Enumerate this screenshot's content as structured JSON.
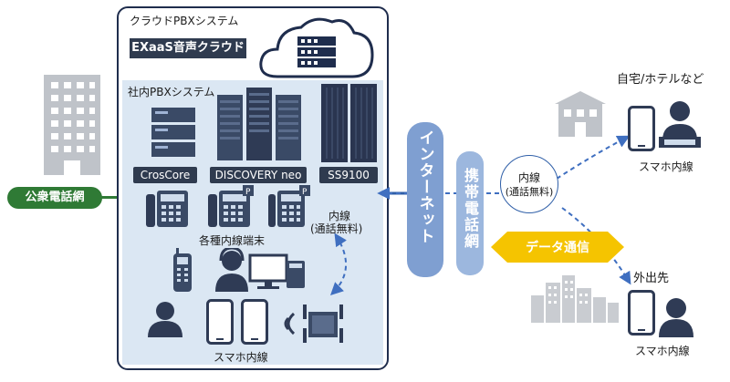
{
  "cloud_system": {
    "title": "クラウドPBXシステム",
    "service_label": "EXaaS音声クラウド"
  },
  "onprem_system": {
    "title": "社内PBXシステム",
    "products": [
      "CrosCore",
      "DISCOVERY neo",
      "SS9100"
    ]
  },
  "public_network": {
    "label": "公衆電話網"
  },
  "terminals": {
    "extension_terminals": "各種内線端末",
    "smartphone_extension": "スマホ内線"
  },
  "internal_call": {
    "line1": "内線",
    "line2": "(通話無料)"
  },
  "internet": {
    "label": "インターネット"
  },
  "mobile_network": {
    "label": "携帯電話網"
  },
  "data_comm": {
    "label": "データ通信"
  },
  "remote_call": {
    "line1": "内線",
    "line2": "(通話無料)"
  },
  "home_site": {
    "label": "自宅/ホテルなど",
    "device_label": "スマホ内線"
  },
  "outside_site": {
    "label": "外出先",
    "device_label": "スマホ内線"
  },
  "colors": {
    "frame_navy": "#1f2d4d",
    "panel_blue": "#dbe7f3",
    "green": "#2f7a35",
    "internet_blue": "#7f9fd1",
    "mobile_blue": "#9cb7de",
    "data_yellow": "#f5c400",
    "dash_blue": "#3f6fc0"
  }
}
